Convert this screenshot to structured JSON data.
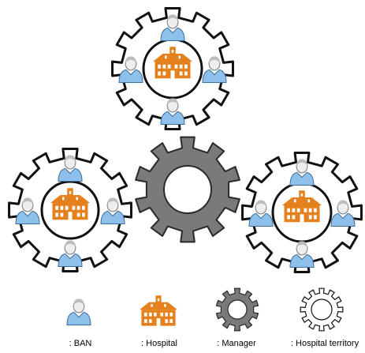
{
  "colors": {
    "territory_fill": "#ffffff",
    "territory_stroke": "#111111",
    "manager_fill": "#7a7a7c",
    "manager_stroke": "#2a2a2a",
    "hospital": "#e5811c",
    "ban_body": "#8ec0ec",
    "ban_head": "#c4c4c4"
  },
  "icons": {
    "ban": "person-icon",
    "hospital": "hospital-building-icon",
    "manager": "dark-gear-icon",
    "territory": "outline-gear-icon"
  },
  "legend": {
    "ban": ": BAN",
    "hospital": ": Hospital",
    "manager": ": Manager",
    "territory": ": Hospital territory"
  }
}
